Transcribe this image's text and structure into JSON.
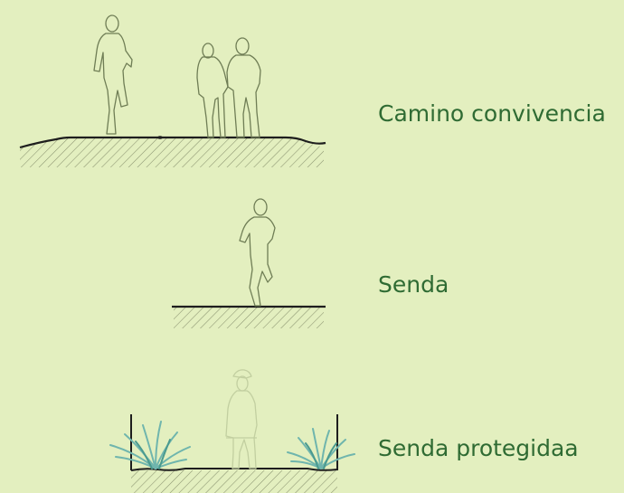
{
  "sections": [
    {
      "label": "Camino convivencia"
    },
    {
      "label": "Senda"
    },
    {
      "label": "Senda protegidaa"
    }
  ],
  "colors": {
    "background": "#e3efbf",
    "label_text": "#2f6b33",
    "outline": "#6f7d55",
    "faint_outline": "#c2cfa0",
    "ground_line": "#1e1e1e",
    "hatch": "#8a9370",
    "grass": "#6fb5ad"
  }
}
